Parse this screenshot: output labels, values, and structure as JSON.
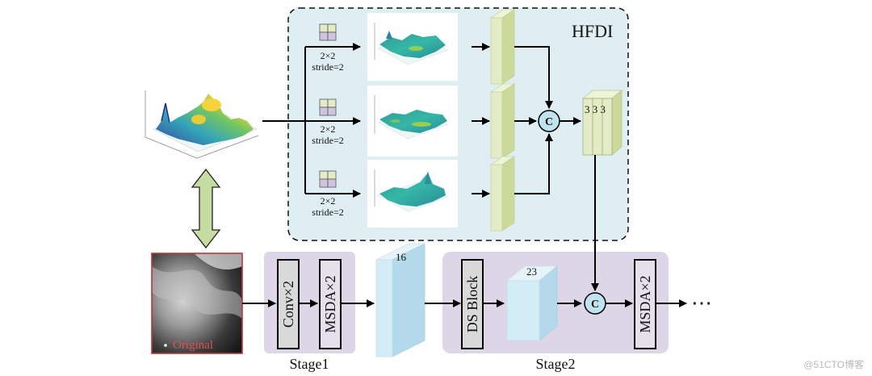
{
  "hfdi": {
    "title": "HFDI",
    "pool_label_line1": "2×2",
    "pool_label_line2": "stride=2",
    "concat_symbol": "C",
    "stack_channels": "3 3 3"
  },
  "input": {
    "original_label": "Original"
  },
  "stage1": {
    "conv_label": "Conv×2",
    "msda_label": "MSDA×2",
    "name": "Stage1"
  },
  "feature1": {
    "channels": "16"
  },
  "stage2": {
    "ds_label": "DS Block",
    "feature_channels": "23",
    "concat_symbol": "C",
    "msda_label": "MSDA×2",
    "name": "Stage2"
  },
  "continuation": "⋯",
  "watermark": "@51CTO博客",
  "colors": {
    "hfdi_bg": "#dfeef3",
    "stage_bg": "#ddd6e6",
    "feature_green": "#e3ecc6",
    "feature_blue": "#d4ecf6",
    "concat_fill": "#bfe3ef",
    "original_border": "#b23a3a",
    "original_text": "#d9534f"
  }
}
